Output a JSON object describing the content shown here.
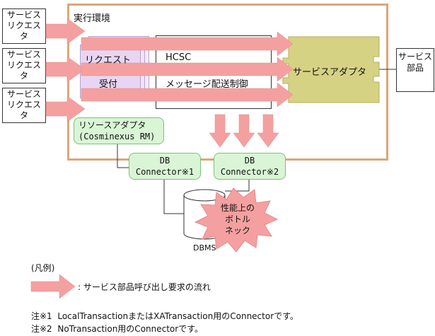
{
  "environment_title": "実行環境",
  "service_requester": [
    "サービス",
    "リクエス",
    "タ"
  ],
  "request_receiver": {
    "line1": "リクエスト",
    "line2": "受付"
  },
  "hcsc": {
    "title": "HCSC",
    "subtitle": "メッセージ配送制御"
  },
  "service_adapter": "サービスアダプタ",
  "service_parts": {
    "line1": "サービス",
    "line2": "部品"
  },
  "resource_adapter": {
    "line1": "リソースアダプタ",
    "line2": "(Cosminexus RM)"
  },
  "db_connector_1": {
    "line1": "DB",
    "line2": "Connector※1"
  },
  "db_connector_2": {
    "line1": "DB",
    "line2": "Connector※2"
  },
  "dbms": "DBMS",
  "bottleneck": {
    "line1": "性能上の",
    "line2": "ボトル",
    "line3": "ネック"
  },
  "legend": {
    "title": "(凡例)",
    "arrow_label": ": サービス部品呼び出し要求の流れ"
  },
  "notes": [
    {
      "mark": "注※1",
      "text": "LocalTransactionまたはXATransaction用のConnectorです。"
    },
    {
      "mark": "注※2",
      "text": "NoTransaction用のConnectorです。"
    }
  ],
  "colors": {
    "arrow": "#f5a0a0",
    "environment_border": "#d9a87a",
    "receiver": "#e6d6f3",
    "adapter": "#d6d284",
    "db_connector": "#d9f5d5",
    "burst": "#f5a0a0"
  }
}
